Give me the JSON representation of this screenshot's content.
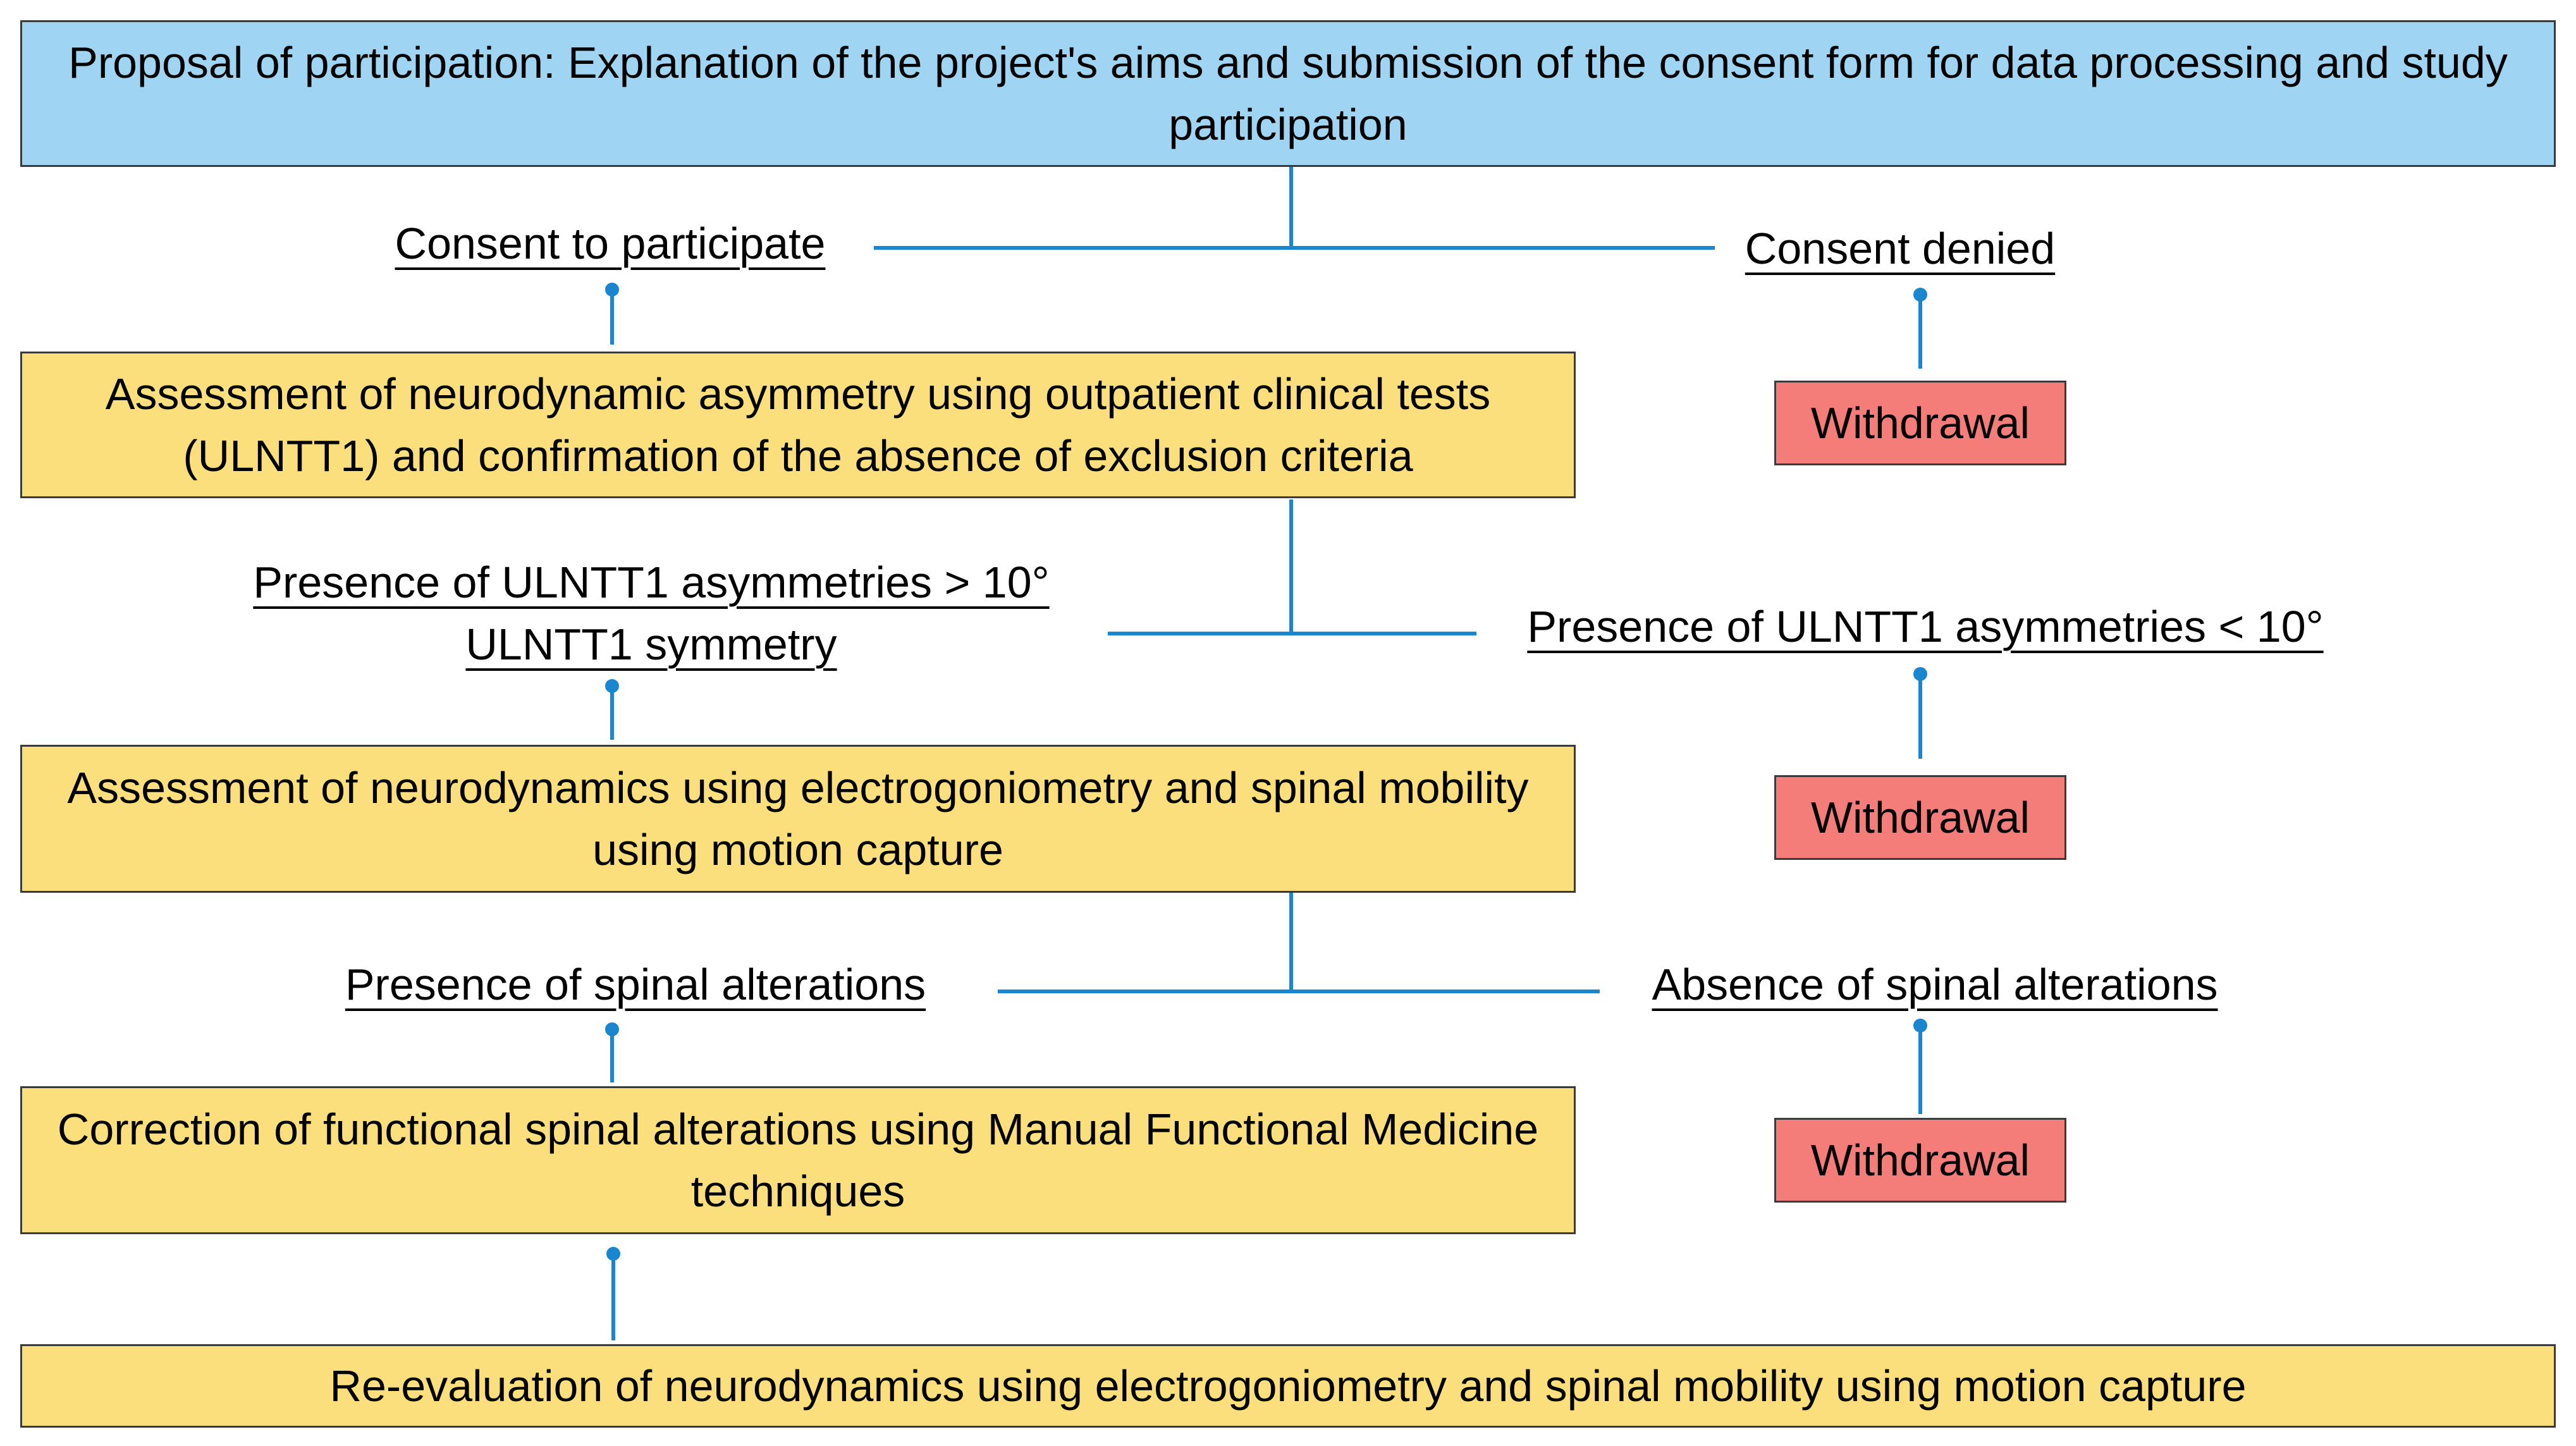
{
  "colors": {
    "proposal_fill": "#9fd5f2",
    "step_fill": "#fbdf7c",
    "withdrawal_fill": "#f47d79",
    "connector": "#1a86d0",
    "border": "#3a3a3a"
  },
  "proposal": "Proposal of participation: Explanation of the project's aims and submission of the consent form for data processing and study participation",
  "branch1": {
    "left": "Consent to participate",
    "right": "Consent denied"
  },
  "step1": "Assessment of neurodynamic asymmetry using outpatient clinical tests (ULNTT1) and confirmation of the absence of exclusion criteria",
  "branch2": {
    "left_line1": "Presence of ULNTT1 asymmetries > 10°",
    "left_line2": "ULNTT1 symmetry",
    "right": "Presence of ULNTT1 asymmetries < 10°"
  },
  "step2": "Assessment of neurodynamics using electrogoniometry and spinal mobility using motion capture",
  "branch3": {
    "left": "Presence of spinal alterations",
    "right": "Absence of spinal alterations"
  },
  "step3": "Correction of functional spinal alterations using Manual Functional Medicine techniques",
  "final": "Re-evaluation of neurodynamics using electrogoniometry and spinal mobility using motion capture",
  "withdrawal": "Withdrawal"
}
